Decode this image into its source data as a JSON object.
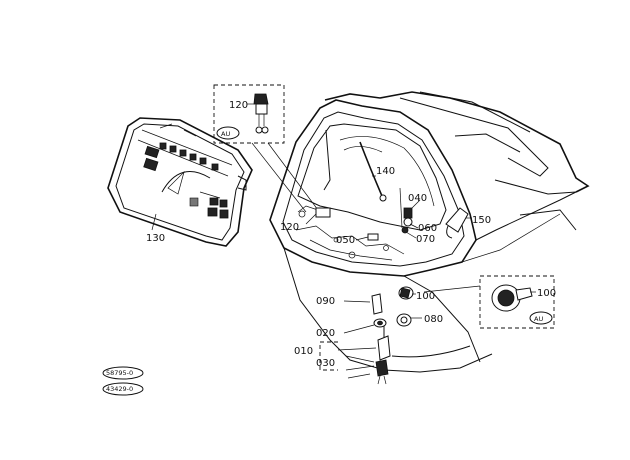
{
  "diagram": {
    "parts": [
      {
        "key": "p130",
        "label": "130"
      },
      {
        "key": "p120a",
        "label": "120"
      },
      {
        "key": "p120b",
        "label": "120"
      },
      {
        "key": "p140",
        "label": "140"
      },
      {
        "key": "p040",
        "label": "040"
      },
      {
        "key": "p060",
        "label": "060"
      },
      {
        "key": "p070",
        "label": "070"
      },
      {
        "key": "p150",
        "label": "150"
      },
      {
        "key": "p050",
        "label": "050"
      },
      {
        "key": "p100a",
        "label": "100"
      },
      {
        "key": "p100b",
        "label": "100"
      },
      {
        "key": "p080",
        "label": "080"
      },
      {
        "key": "p090",
        "label": "090"
      },
      {
        "key": "p020",
        "label": "020"
      },
      {
        "key": "p010",
        "label": "010"
      },
      {
        "key": "p030",
        "label": "030"
      }
    ],
    "region_badges": {
      "top": "AU",
      "right": "AU"
    },
    "ref_stamps": {
      "first": "58795-0",
      "second": "43429-0"
    }
  }
}
